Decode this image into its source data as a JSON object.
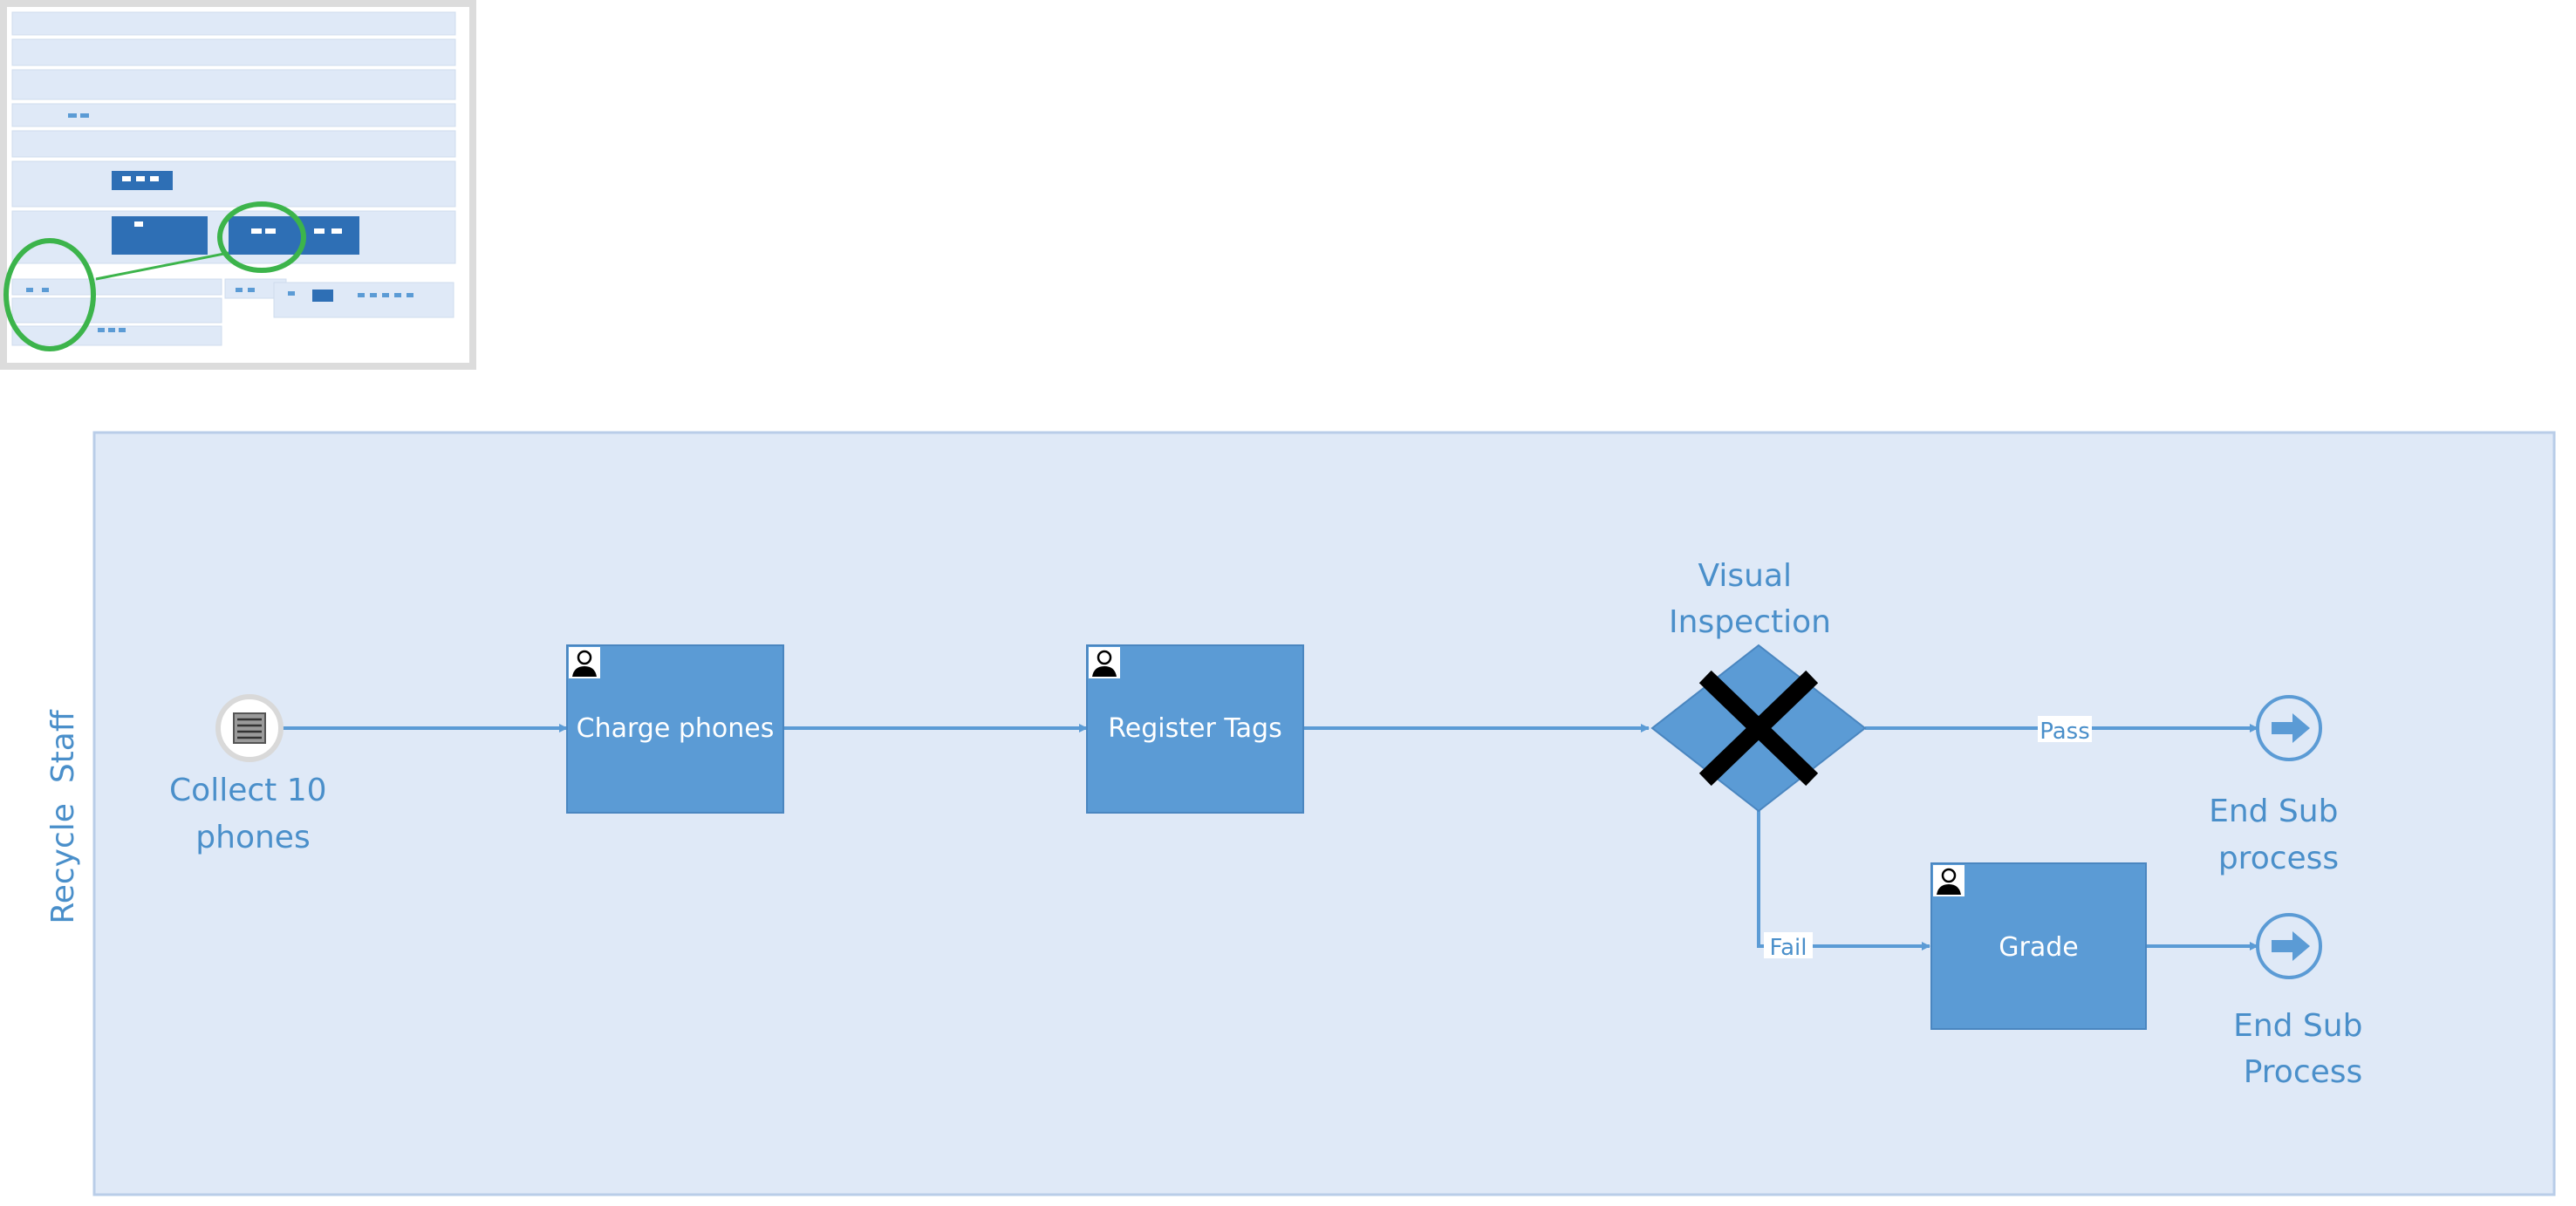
{
  "diagram": {
    "lane_label": "Recycle  Staff",
    "start_event": {
      "label": "Collect 10 phones",
      "label_lines": [
        "Collect 10",
        "phones"
      ],
      "icon": "message-list-icon"
    },
    "tasks": {
      "charge": {
        "label": "Charge phones",
        "icon": "user-task-icon"
      },
      "register": {
        "label": "Register Tags",
        "icon": "user-task-icon"
      },
      "grade": {
        "label": "Grade",
        "icon": "user-task-icon"
      }
    },
    "gateway": {
      "label": "Visual Inspection",
      "label_lines": [
        "Visual",
        "Inspection"
      ],
      "icon": "exclusive-gateway-x-icon"
    },
    "flow_labels": {
      "pass": "Pass",
      "fail": "Fail"
    },
    "end_events": {
      "end1": {
        "label": "End Sub process",
        "label_lines": [
          "End Sub",
          "process"
        ],
        "icon": "arrow-right-icon"
      },
      "end2": {
        "label": "End Sub Process",
        "label_lines": [
          "End Sub",
          "Process"
        ],
        "icon": "arrow-right-icon"
      }
    },
    "colors": {
      "lane_fill": "#dfe9f7",
      "lane_border": "#b9cde8",
      "task_fill": "#5b9bd5",
      "text_blue": "#4a8fca",
      "flow_line": "#5b9bd5",
      "thumbnail_bg": "#dcdcdc",
      "highlight_green": "#3cb44b"
    }
  },
  "overview_thumbnail": {
    "description_icon": "overview-map-icon"
  }
}
